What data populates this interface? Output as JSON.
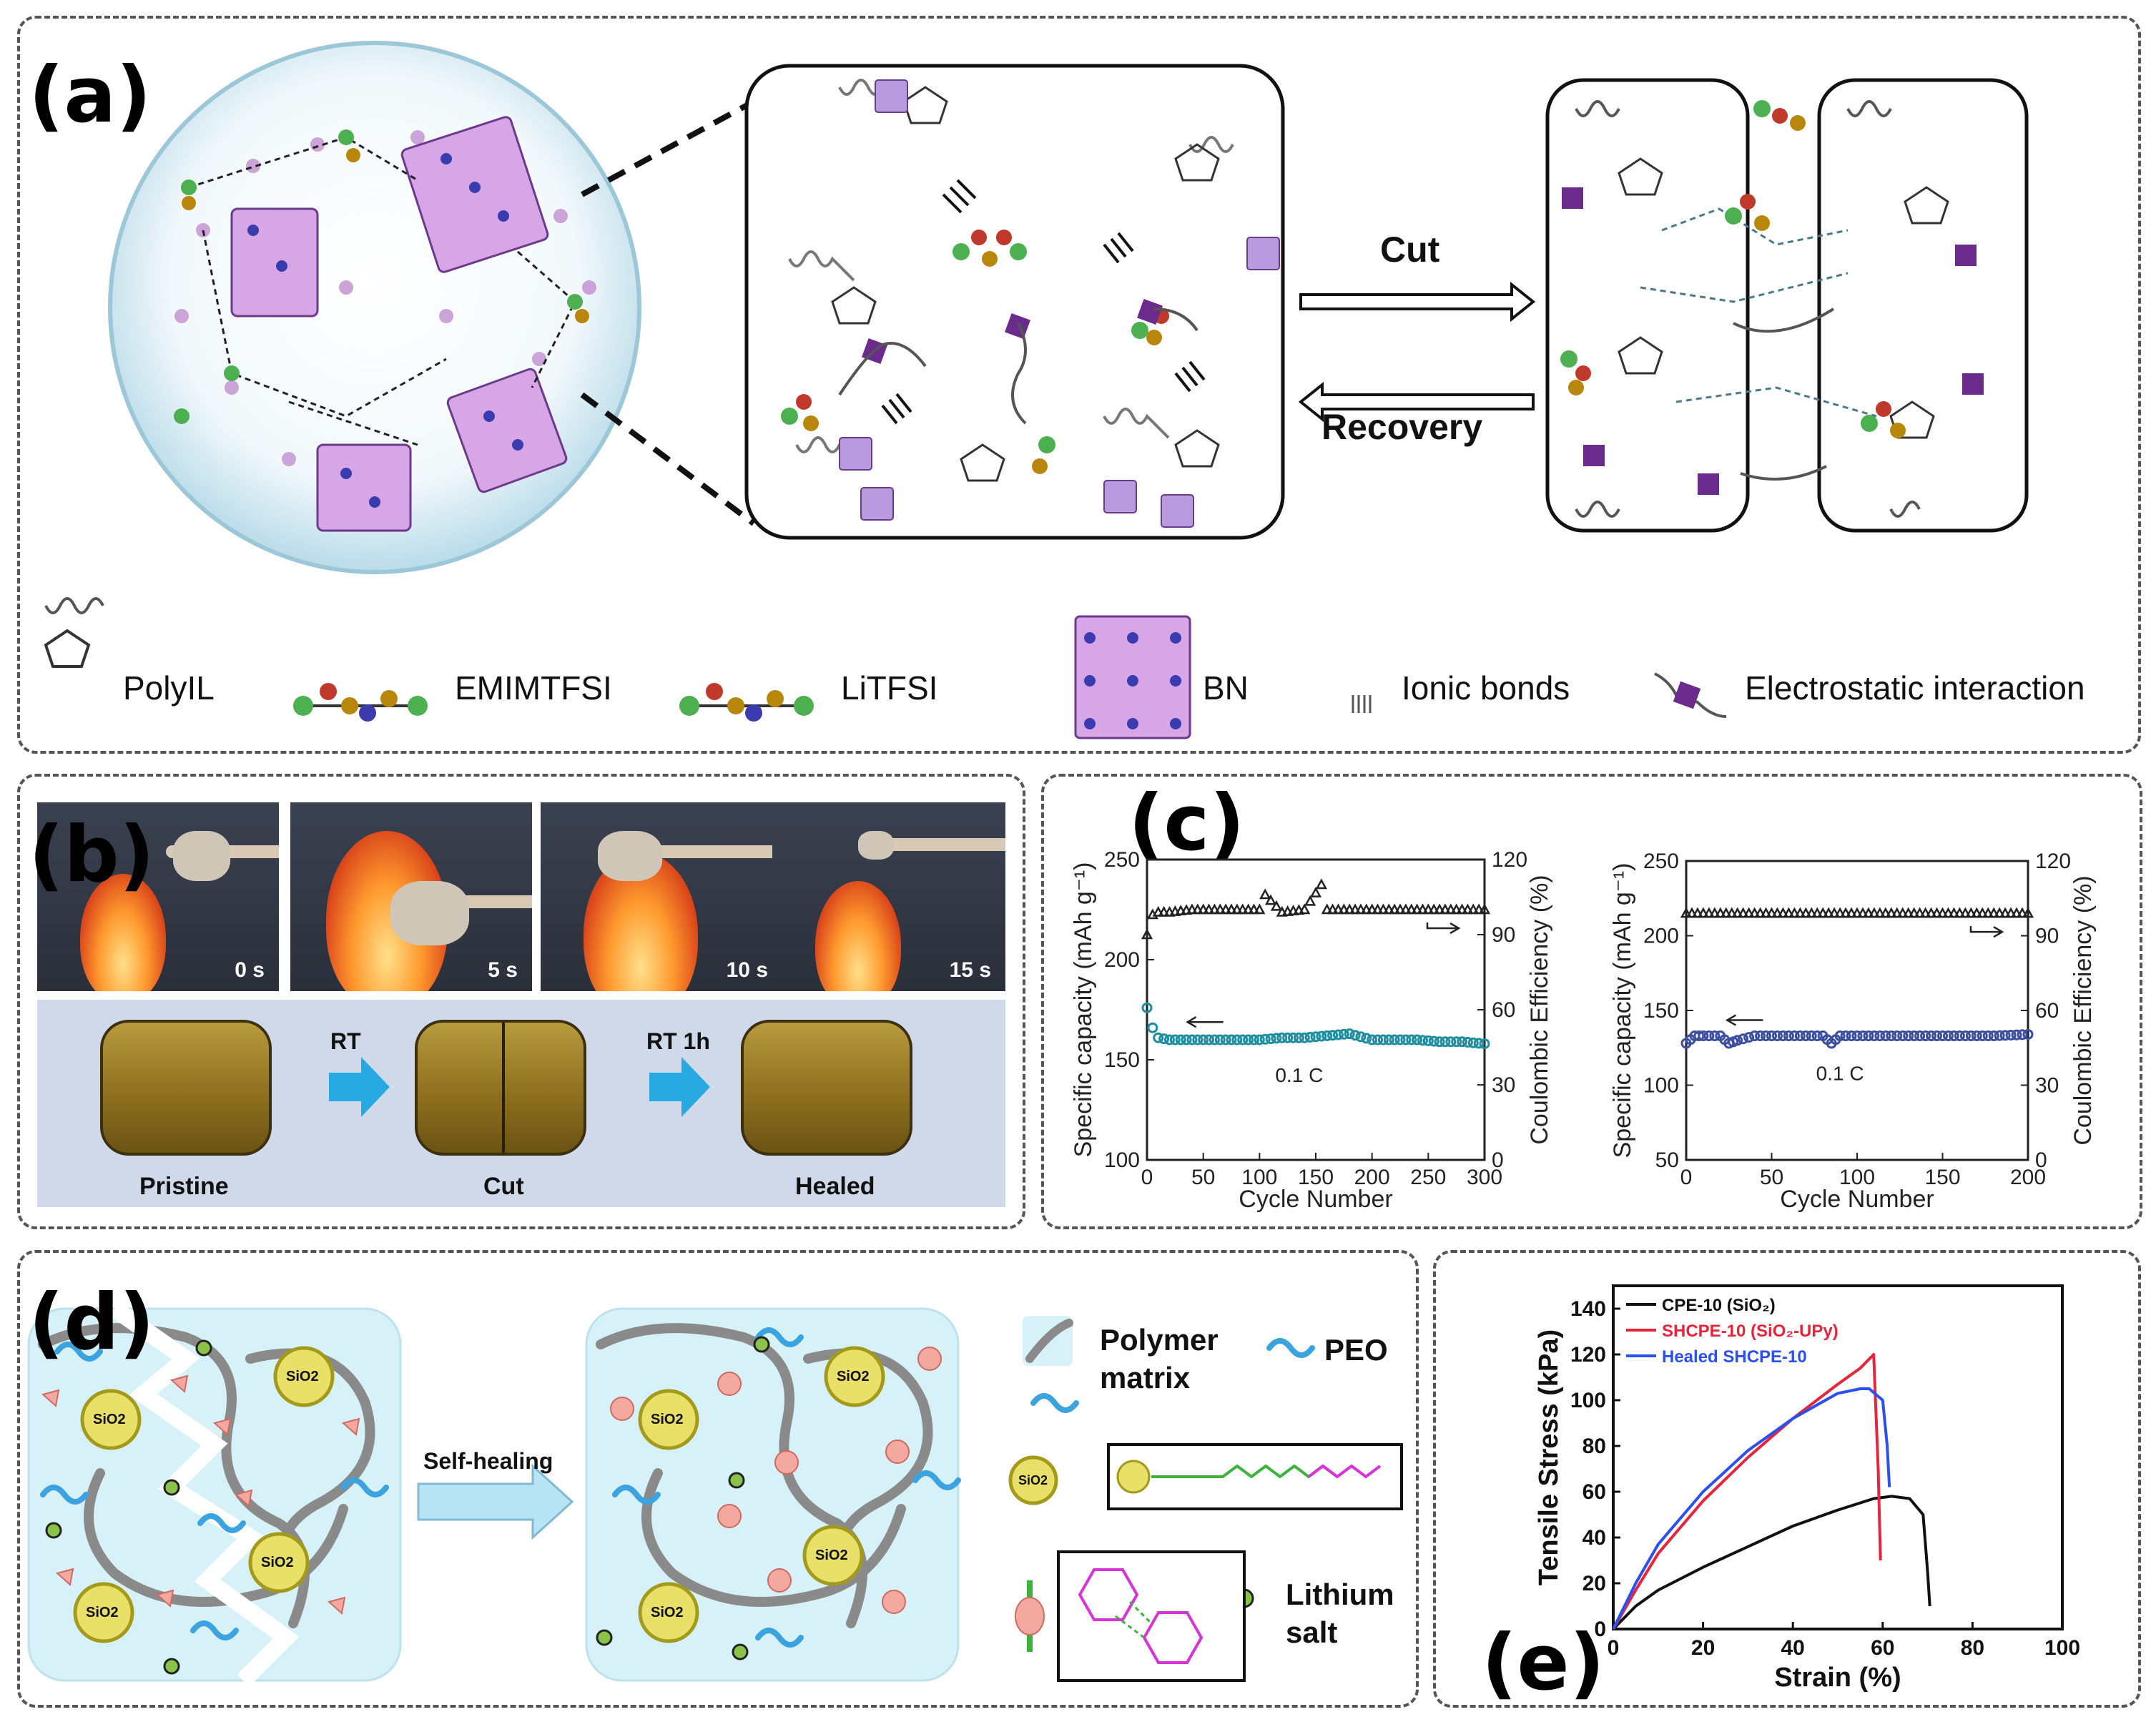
{
  "panels": {
    "a": "(a)",
    "b": "(b)",
    "c": "(c)",
    "d": "(d)",
    "e": "(e)"
  },
  "panel_a": {
    "cut": "Cut",
    "recovery": "Recovery",
    "legend": [
      "PolyIL",
      "EMIMTFSI",
      "LiTFSI",
      "BN",
      "Ionic bonds",
      "Electrostatic interaction"
    ]
  },
  "panel_b": {
    "times": [
      "0 s",
      "5 s",
      "10 s",
      "15 s"
    ],
    "stages": [
      "Pristine",
      "Cut",
      "Healed"
    ],
    "arrows": [
      "RT",
      "RT 1h"
    ]
  },
  "panel_d": {
    "sio2": "SiO2",
    "self_healing": "Self-healing",
    "polymer_matrix": "Polymer matrix",
    "peo": "PEO",
    "lithium_salt": "Lithium salt"
  },
  "colors": {
    "teal": "#1f8ea0",
    "navy": "#3d4fa0",
    "black": "#111111",
    "red": "#e8243a",
    "blue": "#2b4ff0",
    "panel_bg": "#d7f1f8"
  },
  "chart_data": [
    {
      "type": "scatter",
      "id": "c-left",
      "xlabel": "Cycle Number",
      "ylabel": "Specific capacity (mAh g⁻¹)",
      "y2label": "Coulombic Efficiency (%)",
      "xlim": [
        0,
        300
      ],
      "ylim": [
        100,
        250
      ],
      "y2lim": [
        0,
        120
      ],
      "xticks": [
        0,
        50,
        100,
        150,
        200,
        250,
        300
      ],
      "yticks": [
        100,
        150,
        200,
        250
      ],
      "y2ticks": [
        0,
        30,
        60,
        90,
        120
      ],
      "annotation": "0.1 C",
      "series": [
        {
          "axis": "left",
          "marker": "circle",
          "color": "#1f8ea0",
          "x": [
            0,
            5,
            10,
            20,
            40,
            60,
            80,
            100,
            120,
            140,
            160,
            180,
            200,
            220,
            240,
            260,
            280,
            300
          ],
          "y": [
            176,
            166,
            161,
            160,
            160,
            160,
            160,
            160,
            161,
            161,
            162,
            163,
            160,
            160,
            160,
            159,
            159,
            158
          ]
        },
        {
          "axis": "right",
          "marker": "triangle",
          "color": "#222222",
          "x": [
            0,
            5,
            10,
            20,
            40,
            60,
            80,
            100,
            105,
            120,
            140,
            155,
            160,
            180,
            200,
            220,
            240,
            260,
            280,
            300
          ],
          "y": [
            90,
            98,
            99,
            99,
            100,
            100,
            100,
            100,
            106,
            99,
            100,
            110,
            100,
            100,
            100,
            100,
            100,
            100,
            100,
            100
          ]
        }
      ]
    },
    {
      "type": "scatter",
      "id": "c-right",
      "xlabel": "Cycle Number",
      "ylabel": "Specific capacity (mAh g⁻¹)",
      "y2label": "Coulombic Efficiency (%)",
      "xlim": [
        0,
        200
      ],
      "ylim": [
        50,
        250
      ],
      "y2lim": [
        0,
        120
      ],
      "xticks": [
        0,
        50,
        100,
        150,
        200
      ],
      "yticks": [
        50,
        100,
        150,
        200,
        250
      ],
      "y2ticks": [
        0,
        30,
        60,
        90,
        120
      ],
      "annotation": "0.1 C",
      "series": [
        {
          "axis": "left",
          "marker": "circle",
          "color": "#3d4fa0",
          "x": [
            0,
            5,
            10,
            20,
            25,
            30,
            40,
            60,
            80,
            85,
            90,
            100,
            120,
            140,
            160,
            180,
            200
          ],
          "y": [
            128,
            133,
            133,
            133,
            128,
            130,
            133,
            133,
            133,
            128,
            133,
            133,
            133,
            133,
            133,
            133,
            134
          ]
        },
        {
          "axis": "right",
          "marker": "triangle",
          "color": "#222222",
          "x": [
            0,
            10,
            20,
            40,
            60,
            80,
            100,
            120,
            140,
            160,
            180,
            200
          ],
          "y": [
            99,
            99,
            99,
            99,
            99,
            99,
            99,
            99,
            99,
            99,
            99,
            99
          ]
        }
      ]
    },
    {
      "type": "line",
      "id": "e",
      "xlabel": "Strain (%)",
      "ylabel": "Tensile Stress (kPa)",
      "xlim": [
        0,
        100
      ],
      "ylim": [
        0,
        150
      ],
      "xticks": [
        0,
        20,
        40,
        60,
        80,
        100
      ],
      "yticks": [
        0,
        20,
        40,
        60,
        80,
        100,
        120,
        140
      ],
      "legend_position": "top-left",
      "series": [
        {
          "name": "CPE-10 (SiO₂)",
          "color": "#111111",
          "x": [
            0,
            5,
            10,
            20,
            30,
            40,
            50,
            58,
            62,
            66,
            69,
            70,
            70.5
          ],
          "y": [
            0,
            10,
            17,
            27,
            36,
            45,
            52,
            57,
            58,
            57,
            50,
            25,
            10
          ]
        },
        {
          "name": "SHCPE-10 (SiO₂-UPy)",
          "color": "#e8243a",
          "x": [
            0,
            5,
            10,
            20,
            30,
            40,
            50,
            55,
            58,
            59,
            59.5
          ],
          "y": [
            0,
            17,
            33,
            56,
            75,
            92,
            107,
            114,
            120,
            70,
            30
          ]
        },
        {
          "name": "Healed SHCPE-10",
          "color": "#2b4ff0",
          "x": [
            0,
            5,
            10,
            20,
            30,
            40,
            50,
            55,
            57,
            60,
            61,
            61.5
          ],
          "y": [
            0,
            20,
            37,
            60,
            78,
            92,
            103,
            105,
            105,
            100,
            80,
            62
          ]
        }
      ]
    }
  ]
}
